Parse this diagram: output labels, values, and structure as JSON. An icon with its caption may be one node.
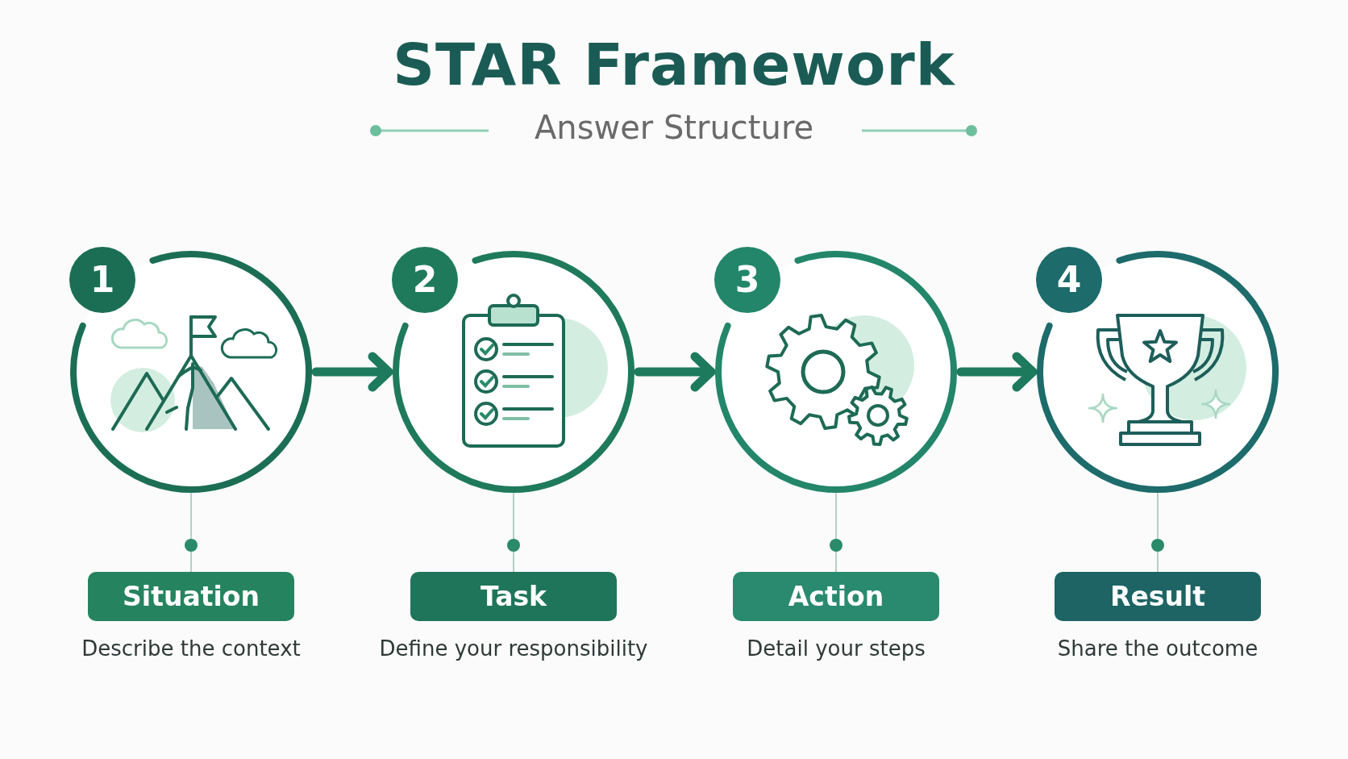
{
  "diagram": {
    "title": "STAR Framework",
    "nodes": [
      {
        "text": [
          "1"
        ]
      },
      {
        "text": [
          "2"
        ]
      },
      {
        "text": [
          "3"
        ]
      },
      {
        "text": [
          "4"
        ]
      },
      {
        "text": [
          "Situation"
        ],
        "beside": [
          "Describe the context"
        ]
      },
      {
        "text": [
          "Task"
        ],
        "beside": [
          "Define your responsibility"
        ]
      },
      {
        "text": [
          "Action"
        ],
        "beside": [
          "Detail your steps"
        ]
      },
      {
        "text": [
          "Result"
        ],
        "beside": [
          "Share the outcome"
        ]
      }
    ],
    "edges": [
      {
        "from": 0,
        "to": 1,
        "arrow": "to",
        "style": "thick",
        "color": "#1e7a5c"
      },
      {
        "from": 1,
        "to": 2,
        "arrow": "to",
        "style": "thick",
        "color": "#1e7a5c"
      },
      {
        "from": 2,
        "to": 3,
        "arrow": "to",
        "style": "thick",
        "color": "#1e7a5c"
      },
      {
        "from": 0,
        "to": 4,
        "arrow": "none"
      },
      {
        "from": 1,
        "to": 5,
        "arrow": "none"
      },
      {
        "from": 2,
        "to": 6,
        "arrow": "none"
      },
      {
        "from": 3,
        "to": 7,
        "arrow": "none"
      }
    ],
    "labels": [
      "Answer Structure"
    ]
  }
}
